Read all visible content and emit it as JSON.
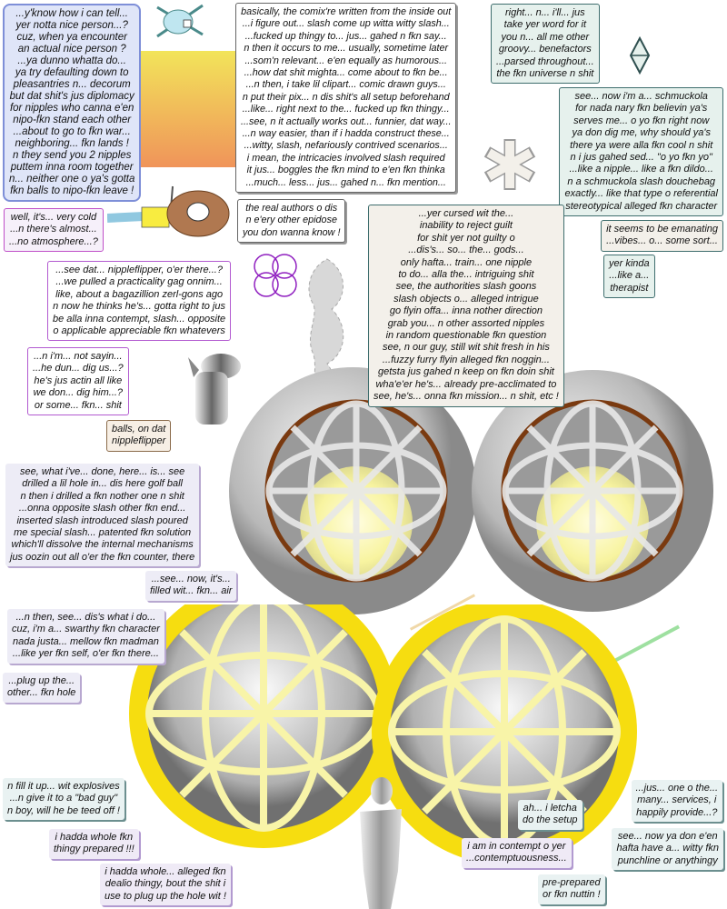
{
  "colors": {
    "gradient_top": "#f2e45a",
    "gradient_bottom": "#f0945a",
    "ball_gray": "#bdbdbd",
    "ring_brown": "#7a3a10",
    "ball_yellow": "#f6dd10",
    "core": "#fbf8b0"
  },
  "bubbles": [
    {
      "text": "...y'know how i can tell...\nyer notta nice person...?\ncuz, when ya encounter\nan actual nice person ?\n...ya dunno whatta do...\nya try defaulting down to\npleasantries n... decorum\nbut dat shit's jus diplomacy\nfor nipples who canna e'en\nnipo-fkn stand each other\n...about to go to fkn war...\nneighboring... fkn lands !\nn they send you 2 nipples\nputtem inna room together\nn... neither one o ya's gotta\nfkn balls to nipo-fkn leave !"
    },
    {
      "text": "well, it's... very cold\n...n there's almost...\n...no atmosphere...?"
    },
    {
      "text": "basically, the comix're written from the inside out\n...i figure out... slash come up witta witty slash...\n...fucked up thingy to... jus... gahed n fkn say...\nn then it occurs to me... usually, sometime later\n...som'n relevant... e'en equally as humorous...\n...how dat shit mighta... come about to fkn be...\n...n then, i take lil clipart... comic drawn guys...\nn put their pix... n dis shit's all setup beforehand\n...like... right next to the... fucked up fkn thingy...\n...see, n it actually works out... funnier, dat way...\n...n way easier, than if i hadda construct these...\n...witty, slash, nefariously contrived scenarios...\ni mean, the intricacies involved slash required\nit jus... boggles the fkn mind to e'en fkn thinka\n...much... less... jus... gahed n... fkn mention..."
    },
    {
      "text": "the real authors o dis\nn e'ery other epidose\nyou don wanna know !"
    },
    {
      "text": "right... n... i'll... jus\ntake yer word for it\nyou n... all me other\ngroovy... benefactors\n...parsed throughout...\nthe fkn universe n shit"
    },
    {
      "text": "see... now i'm a... schmuckola\nfor nada nary fkn believin ya's\nserves me... o yo fkn right now\nya don dig me, why should ya's\nthere ya were alla fkn cool n shit\nn i jus gahed sed... \"o yo fkn yo\"\n...like a nipple... like a fkn dildo...\nn a schmuckola slash douchebag\nexactly... like that type o referential\nstereotypical alleged fkn character"
    },
    {
      "text": "it seems to be emanating\n...vibes... o... some sort..."
    },
    {
      "text": "yer kinda\n...like a...\ntherapist"
    },
    {
      "text": "...yer cursed wit the...\ninability to reject guilt\nfor shit yer not guilty o\n...dis's... so... the... gods...\nonly hafta... train... one nipple\nto do... alla the... intriguing shit\nsee, the authorities slash goons\nslash objects o... alleged intrigue\ngo flyin offa... inna nother direction\ngrab you... n other assorted nipples\nin random questionable fkn question\nsee, n our guy, still wit shit fresh in his\n...fuzzy furry flyin alleged fkn noggin...\ngetsta jus gahed n keep on fkn doin shit\nwha'e'er he's... already pre-acclimated to\nsee, he's... onna fkn mission... n shit, etc !"
    },
    {
      "text": "...see dat... nippleflipper, o'er there...?\n...we pulled a practicality gag onnim...\nlike, about a bagazillion zerl-gons ago\nn now he thinks he's... gotta right to jus\nbe alla inna contempt, slash... opposite\no applicable appreciable fkn whatevers"
    },
    {
      "text": "...n i'm... not sayin...\n...he dun... dig us...?\nhe's jus actin all like\nwe don... dig him...?\nor some... fkn... shit"
    },
    {
      "text": "balls, on dat\nnippleflipper"
    },
    {
      "text": "see, what i've... done, here... is... see\ndrilled a lil hole in... dis here golf ball\nn then i drilled a fkn nother one n shit\n...onna opposite slash other fkn end...\ninserted slash introduced slash poured\nme special slash... patented fkn solution\nwhich'll dissolve the internal mechanisms\njus oozin out all o'er the fkn counter, there"
    },
    {
      "text": "...see... now, it's...\nfilled wit... fkn... air"
    },
    {
      "text": "...n then, see... dis's what i do...\ncuz, i'm a... swarthy fkn character\nnada justa... mellow fkn madman\n...like yer fkn self, o'er fkn there..."
    },
    {
      "text": "...plug up the...\nother... fkn hole"
    },
    {
      "text": "n fill it up... wit explosives\n...n give it to a \"bad guy\"\nn boy, will he be teed off !"
    },
    {
      "text": "i hadda whole fkn\nthingy prepared !!!"
    },
    {
      "text": "i hadda whole... alleged fkn\ndealio thingy, bout the shit i\nuse to plug up the hole wit !"
    },
    {
      "text": "ah... i letcha\ndo the setup"
    },
    {
      "text": "i am in contempt o yer\n...contemptuousness..."
    },
    {
      "text": "...jus... one o the...\nmany... services, i\nhappily provide...?"
    },
    {
      "text": "see... now ya don e'en\nhafta have a... witty fkn\npunchline or anythingy"
    },
    {
      "text": "pre-prepared\nor fkn nuttin !"
    }
  ]
}
